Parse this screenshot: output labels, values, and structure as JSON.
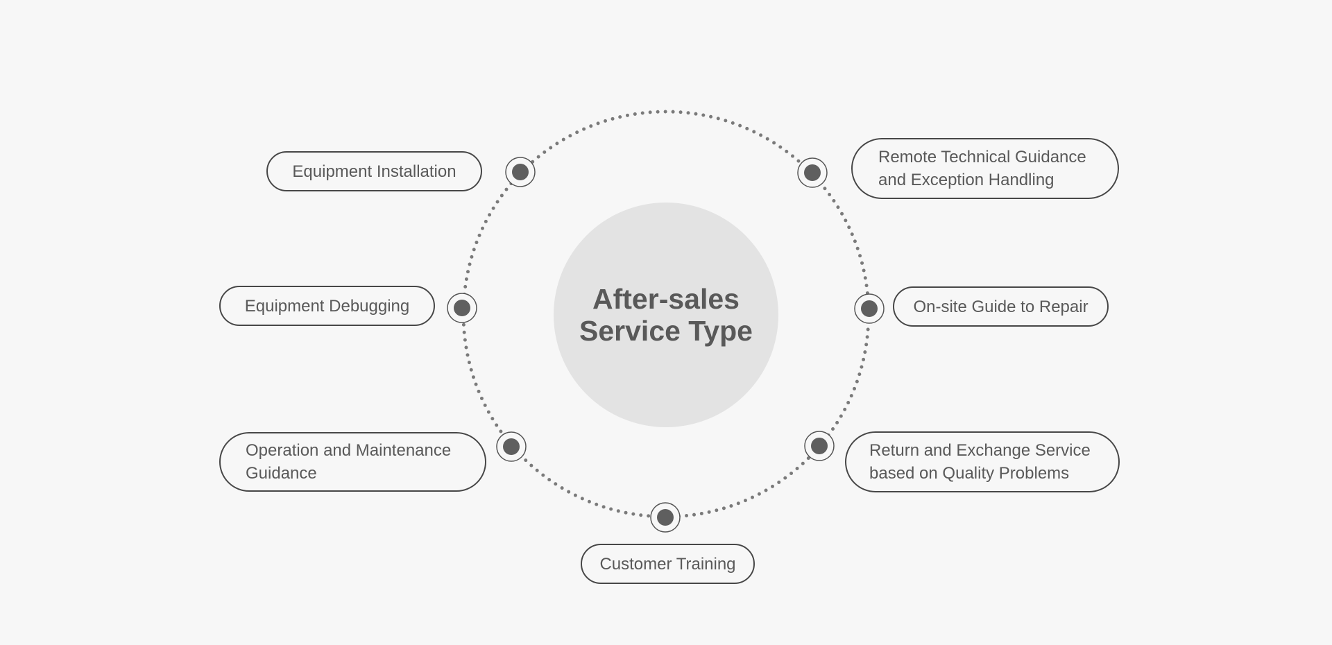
{
  "diagram": {
    "center": {
      "line1": "After-sales",
      "line2": "Service Type"
    },
    "items": [
      {
        "id": "equipment-installation",
        "lines": [
          "Equipment Installation"
        ]
      },
      {
        "id": "remote-technical-guidance",
        "lines": [
          "Remote Technical Guidance",
          "and Exception Handling"
        ]
      },
      {
        "id": "equipment-debugging",
        "lines": [
          "Equipment Debugging"
        ]
      },
      {
        "id": "on-site-guide",
        "lines": [
          "On-site Guide to Repair"
        ]
      },
      {
        "id": "operation-maintenance",
        "lines": [
          "Operation and Maintenance",
          "Guidance"
        ]
      },
      {
        "id": "return-exchange",
        "lines": [
          "Return and Exchange Service",
          "based on Quality Problems"
        ]
      },
      {
        "id": "customer-training",
        "lines": [
          "Customer Training"
        ]
      }
    ],
    "colors": {
      "background": "#f7f7f7",
      "center_fill": "#e3e3e3",
      "node_fill": "#5f5f5f",
      "ring_dots": "#7a7a7a",
      "pill_border": "#474747",
      "text": "#595959"
    }
  }
}
